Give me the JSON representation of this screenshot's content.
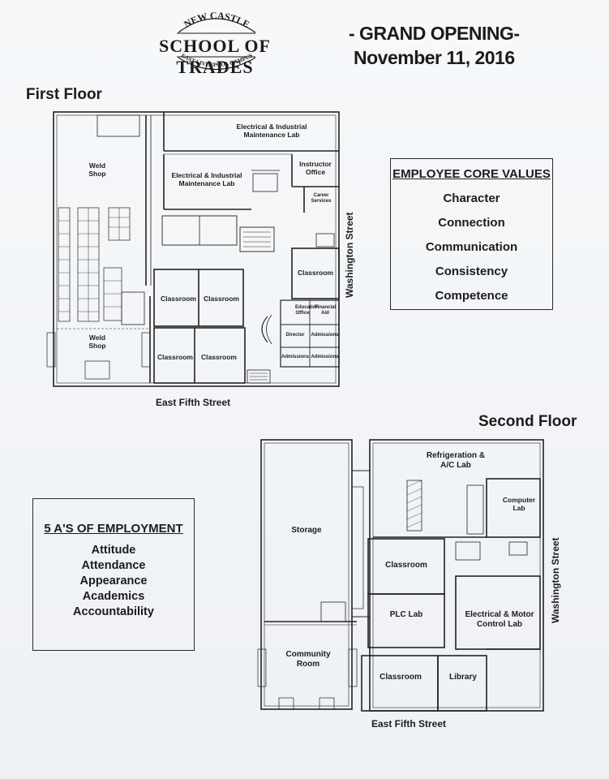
{
  "header": {
    "logo_top": "NEW CASTLE",
    "logo_main": "SCHOOL OF TRADES",
    "logo_bottom": "EAST LIVERPOOL CAMPUS",
    "event": "- GRAND OPENING-",
    "date": "November 11, 2016"
  },
  "first_floor": {
    "title": "First Floor",
    "street_bottom": "East Fifth Street",
    "street_side": "Washington Street",
    "rooms": {
      "weld_top": "Weld\nShop",
      "weld_bottom": "Weld\nShop",
      "eim_lab_top": "Electrical & Industrial\nMaintenance Lab",
      "eim_lab_mid": "Electrical & Industrial\nMaintenance Lab",
      "instructor_office": "Instructor\nOffice",
      "career_services": "Career\nServices",
      "classroom_right": "Classroom",
      "classroom_a": "Classroom",
      "classroom_b": "Classroom",
      "classroom_c": "Classroom",
      "classroom_d": "Classroom",
      "education_office": "Education\nOffice",
      "financial_aid": "Financial\nAid",
      "director": "Director",
      "admissions_a": "Admissions",
      "admissions_b": "Admissions",
      "admissions_c": "Admissions"
    }
  },
  "second_floor": {
    "title": "Second Floor",
    "street_bottom": "East Fifth Street",
    "street_side": "Washington Street",
    "rooms": {
      "refrigeration": "Refrigeration &\nA/C Lab",
      "computer_lab": "Computer\nLab",
      "storage": "Storage",
      "classroom_top": "Classroom",
      "plc_lab": "PLC Lab",
      "electrical_motor": "Electrical & Motor\nControl Lab",
      "community_room": "Community\nRoom",
      "classroom_bottom": "Classroom",
      "library": "Library"
    }
  },
  "core_values": {
    "title": "EMPLOYEE CORE VALUES",
    "items": [
      "Character",
      "Connection",
      "Communication",
      "Consistency",
      "Competence"
    ]
  },
  "employment": {
    "title": "5 A'S OF EMPLOYMENT",
    "items": [
      "Attitude",
      "Attendance",
      "Appearance",
      "Academics",
      "Accountability"
    ]
  },
  "colors": {
    "ink": "#1c1c1c",
    "paper": "#f4f6f8"
  }
}
